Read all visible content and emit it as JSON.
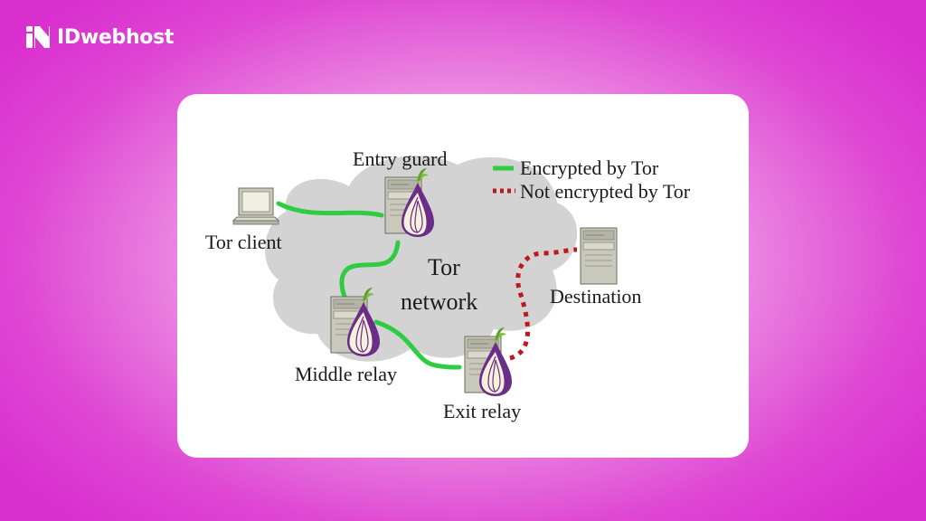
{
  "brand": {
    "name": "IDwebhost"
  },
  "diagram": {
    "nodes": {
      "client": "Tor client",
      "entry": "Entry guard",
      "middle": "Middle relay",
      "exit": "Exit relay",
      "destination": "Destination"
    },
    "network_label_line1": "Tor",
    "network_label_line2": "network",
    "legend": {
      "encrypted": "Encrypted by Tor",
      "not_encrypted": "Not encrypted by Tor"
    }
  },
  "colors": {
    "encrypted": "#2ecc40",
    "not_encrypted": "#c0171d",
    "cloud": "#d3d3d3",
    "server": "#c9c9bb",
    "onion_purple": "#6b2d87"
  }
}
